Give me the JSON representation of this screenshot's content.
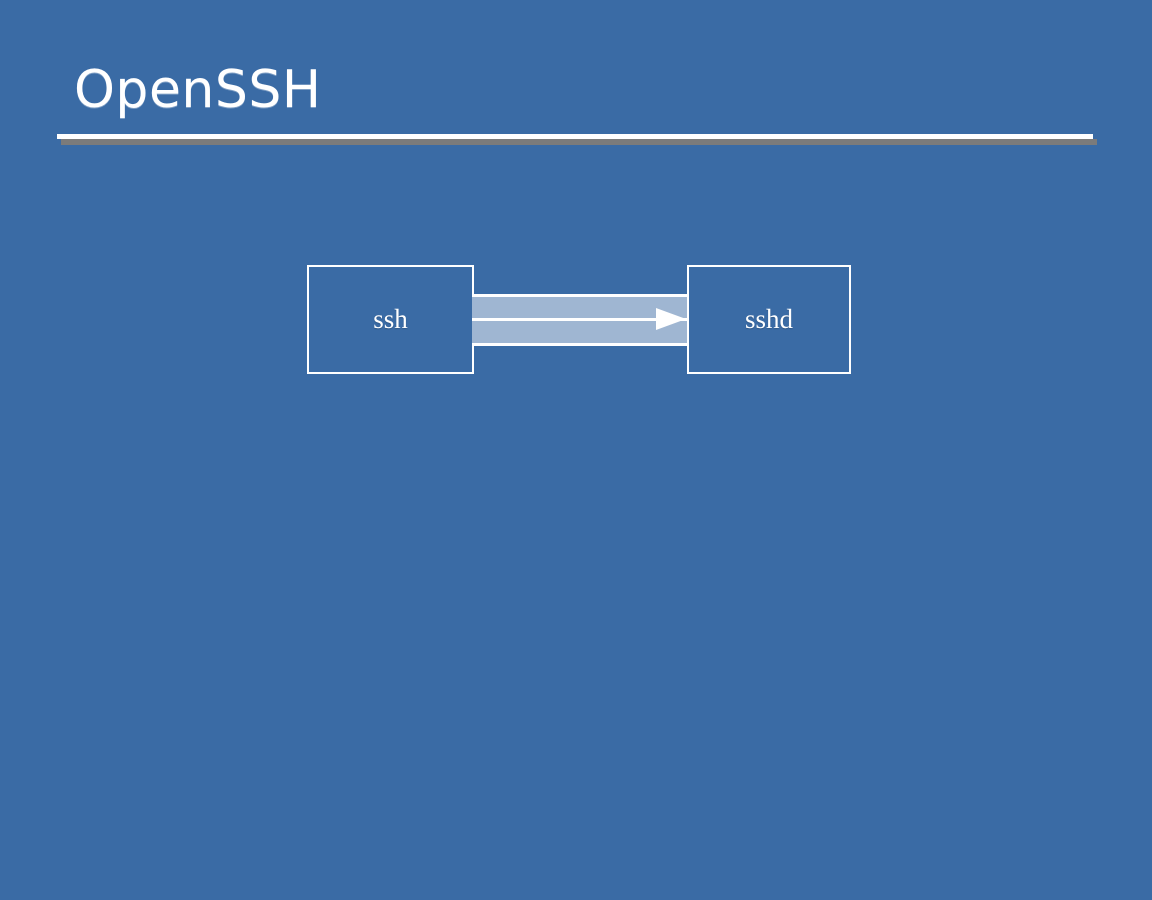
{
  "slide": {
    "title": "OpenSSH",
    "background_color": "#3a6ba5",
    "title_color": "#ffffff",
    "divider_color": "#ffffff",
    "divider_shadow_color": "#7b7b7b"
  },
  "diagram": {
    "type": "block-connector",
    "accent_color": "#9fb6d2",
    "node_border_color": "#ffffff",
    "nodes": [
      {
        "id": "ssh",
        "label": "ssh"
      },
      {
        "id": "sshd",
        "label": "sshd"
      }
    ],
    "connector": {
      "from": "ssh",
      "to": "sshd",
      "direction": "right",
      "arrow_color": "#ffffff",
      "band_color": "#9fb6d2"
    }
  }
}
